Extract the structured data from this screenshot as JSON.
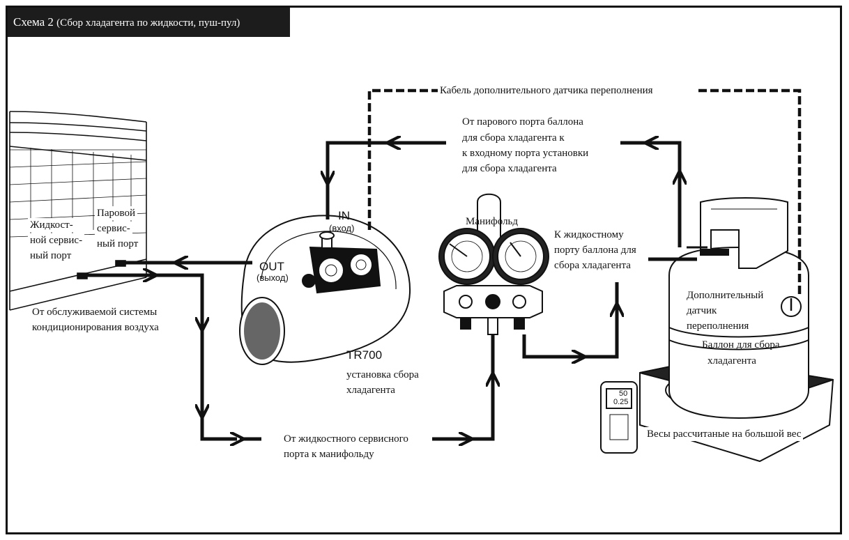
{
  "title": {
    "main": "Схема 2",
    "sub": "(Сбор хладагента по жидкости, пуш-пул)"
  },
  "labels": {
    "overflow_cable": "Кабель дополнительного датчика переполнения",
    "vapor_port_line1": "От парового порта баллона",
    "vapor_port_line2": "для сбора хладагента к",
    "vapor_port_line3": "к входному порта установки",
    "vapor_port_line4": "для сбора хладагента",
    "in_label": "IN",
    "in_sub": "(вход)",
    "out_label": "OUT",
    "out_sub": "(выход)",
    "manifold": "Манифольд",
    "liquid_port_line1": "К жидкостному",
    "liquid_port_line2": "порту баллона для",
    "liquid_port_line3": "сбора хладагента",
    "liquid_service_line1": "Жидкост-",
    "liquid_service_line2": "ной сервис-",
    "liquid_service_line3": "ный порт",
    "vapor_service_line1": "Паровой",
    "vapor_service_line2": "сервис-",
    "vapor_service_line3": "ный порт",
    "from_system_line1": "От обслуживаемой системы",
    "from_system_line2": "кондиционирования воздуха",
    "tr700": "TR700",
    "unit_line1": "установка сбора",
    "unit_line2": "хладагента",
    "from_liquid_line1": "От жидкостного сервисного",
    "from_liquid_line2": "порта к манифольду",
    "sensor_line1": "Дополнительный",
    "sensor_line2": "датчик",
    "sensor_line3": "переполнения",
    "cylinder_line1": "Баллон для сбора",
    "cylinder_line2": "хладагента",
    "scale": "Весы рассчитаные на большой вес",
    "scale_reading1": "50",
    "scale_reading2": "0.25"
  },
  "icons": [
    "condenser-unit-icon",
    "recovery-machine-icon",
    "manifold-gauge-icon",
    "cylinder-icon",
    "scale-icon",
    "overflow-sensor-icon",
    "arrow-icon"
  ]
}
